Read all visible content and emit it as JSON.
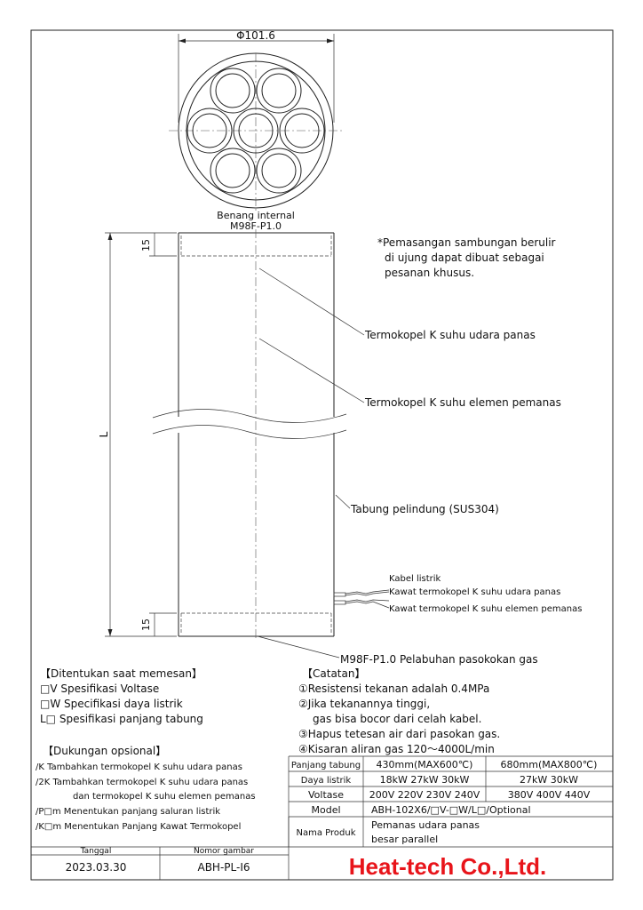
{
  "dimensions": {
    "diameter": "Φ101.6",
    "length": "L",
    "end_top": "15",
    "end_bottom": "15"
  },
  "top_view": {
    "thread_label": "Benang internal",
    "thread_spec": "M98F-P1.0"
  },
  "note_custom": [
    "*Pemasangan sambungan berulir",
    "di ujung dapat dibuat sebagai",
    "pesanan khusus."
  ],
  "callouts": {
    "thermocouple_air": "Termokopel K suhu udara panas",
    "thermocouple_element": "Termokopel K suhu elemen pemanas",
    "protective_tube": "Tabung pelindung (SUS304)",
    "power_cable": "Kabel listrik",
    "wire_air": "Kawat termokopel K suhu udara panas",
    "wire_element": "Kawat termokopel K suhu elemen pemanas",
    "gas_port": "M98F-P1.0 Pelabuhan pasokokan gas"
  },
  "order_spec": {
    "heading": "【Ditentukan saat memesan】",
    "items": [
      "□V Spesifikasi Voltase",
      "□W Specifikasi daya listrik",
      "L□ Spesifikasi panjang tabung"
    ]
  },
  "options": {
    "heading": "【Dukungan opsional】",
    "items": [
      "/K Tambahkan termokopel K suhu udara panas",
      "/2K Tambahkan termokopel K suhu udara panas",
      "dan termokopel K suhu elemen pemanas",
      "/P□m Menentukan panjang saluran listrik",
      "/K□m Menentukan Panjang Kawat Termokopel"
    ]
  },
  "notes": {
    "heading": "【Catatan】",
    "items": [
      "①Resistensi tekanan adalah 0.4MPa",
      "②Jika tekanannya tinggi,",
      "gas bisa bocor dari celah kabel.",
      "③Hapus tetesan air dari pasokan gas.",
      "④Kisaran aliran gas  120～4000L/min"
    ]
  },
  "spec_table": {
    "rows": [
      {
        "label": "Panjang tabung",
        "col1": "430mm(MAX600℃)",
        "col2": "680mm(MAX800℃)"
      },
      {
        "label": "Daya listrik",
        "col1": "18kW 27kW 30kW",
        "col2": "27kW 30kW"
      },
      {
        "label": "Voltase",
        "col1": "200V 220V 230V 240V",
        "col2": "380V 400V 440V"
      }
    ],
    "model_label": "Model",
    "model_value": "ABH-102X6/□V-□W/L□/Optional",
    "name_label": "Nama Produk",
    "name_line1": "Pemanas udara panas",
    "name_line2": "besar parallel"
  },
  "title_block": {
    "date_label": "Tanggal",
    "date_value": "2023.03.30",
    "drawing_no_label": "Nomor gambar",
    "drawing_no_value": "ABH-PL-I6",
    "company": "Heat-tech Co.,Ltd."
  },
  "colors": {
    "logo": "#e8141a",
    "lines": "#222222"
  }
}
